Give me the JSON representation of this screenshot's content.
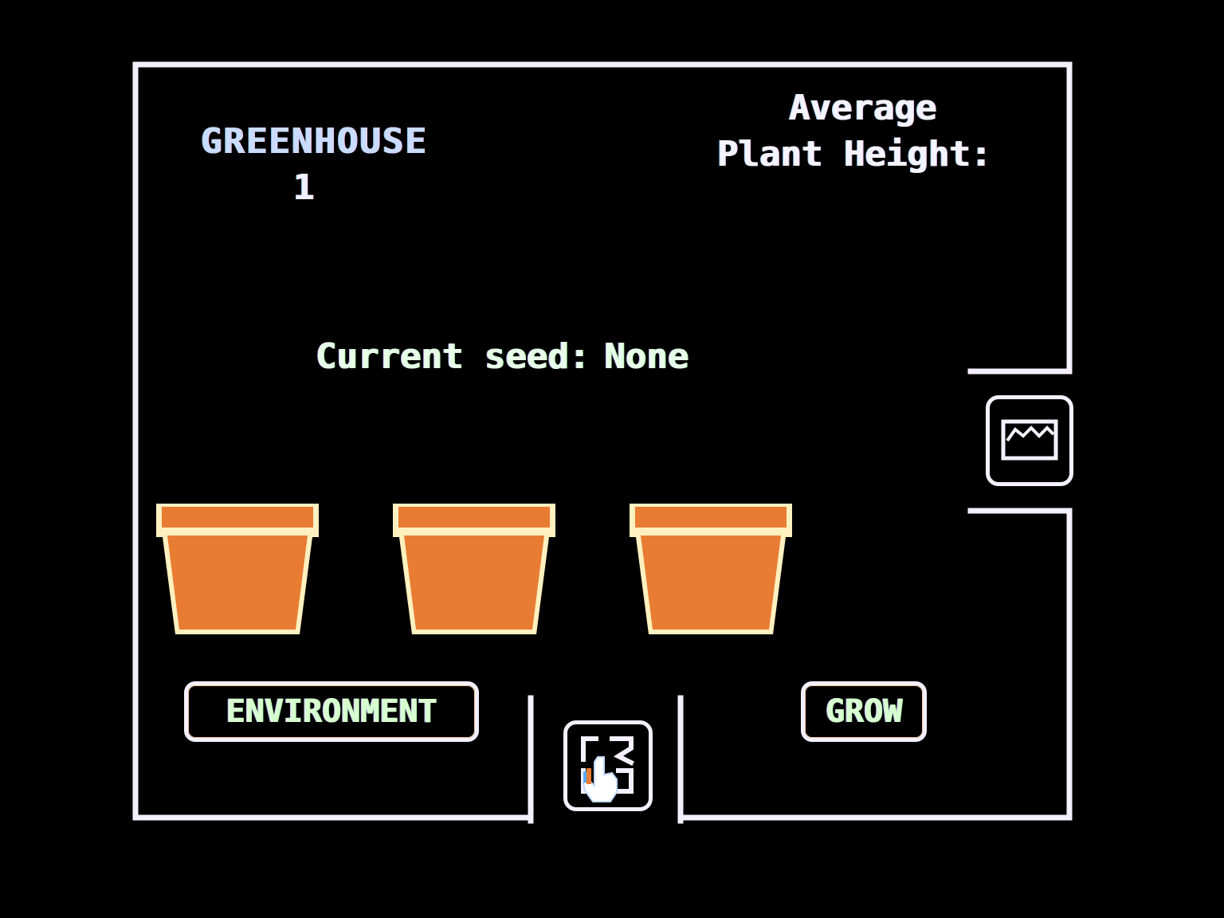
{
  "screen": {
    "background_color": "#000000",
    "frame_color": "#f4f0ff",
    "pot_color": "#e87c33",
    "pot_rim_highlight": "#fff0c0"
  },
  "greenhouse": {
    "title": "GREENHOUSE",
    "number": "1"
  },
  "average_height": {
    "line1": "Average",
    "line2": "Plant Height:"
  },
  "seed": {
    "label": "Current seed:",
    "value": "None"
  },
  "pots": [
    {
      "icon": "flower-pot-icon"
    },
    {
      "icon": "flower-pot-icon"
    },
    {
      "icon": "flower-pot-icon"
    }
  ],
  "buttons": {
    "environment": "ENVIRONMENT",
    "grow": "GROW"
  },
  "icons": {
    "graph": "line-graph-icon",
    "transfer": "transfer-arrows-icon",
    "cursor": "pointing-hand-cursor-icon"
  }
}
